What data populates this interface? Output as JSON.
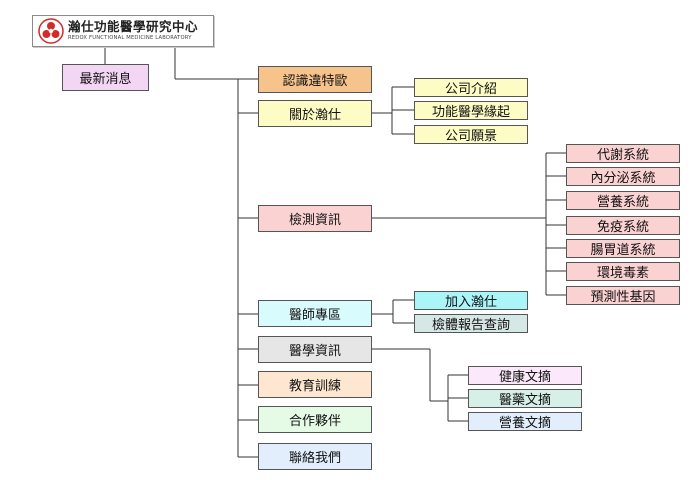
{
  "logo": {
    "title": "瀚仕功能醫學研究中心",
    "subtitle": "REDOX FUNCTIONAL MEDICINE LABORATORY"
  },
  "nodes": {
    "latest_news": "最新消息",
    "about_ozone": "認識違特歐",
    "about_hanshi": "關於瀚仕",
    "company_intro": "公司介紹",
    "origin": "功能醫學緣起",
    "vision": "公司願景",
    "test_info": "檢測資訊",
    "metabolic": "代謝系統",
    "endocrine": "內分泌系統",
    "nutrition_system": "營養系統",
    "immune": "免疫系統",
    "gi": "腸胃道系統",
    "env_toxins": "環境毒素",
    "genes": "預測性基因",
    "doctor_zone": "醫師專區",
    "join": "加入瀚仕",
    "report_query": "檢體報告查詢",
    "medical_info": "醫學資訊",
    "health_digest": "健康文摘",
    "pharma_digest": "醫藥文摘",
    "nutrition_digest": "營養文摘",
    "education": "教育訓練",
    "partners": "合作夥伴",
    "contact": "聯絡我們"
  },
  "colors": {
    "latest_news": "#f3d6f3",
    "about_ozone": "#f7c38c",
    "level1_yellow": "#fdfcc4",
    "level1_pink": "#fbd2d2",
    "level1_cyan": "#d8fbfd",
    "level1_gray": "#e6e6e6",
    "level1_peach": "#fde7d0",
    "level1_green": "#e6fbe6",
    "level1_blue": "#e2eefb",
    "join": "#aaf5f8",
    "report_query": "#d6e8e6",
    "health_digest": "#fbe8fa",
    "pharma_digest": "#d6f0e8",
    "nutrition_digest": "#e2eefb",
    "logo_red": "#d42a2a",
    "line": "#333333"
  }
}
